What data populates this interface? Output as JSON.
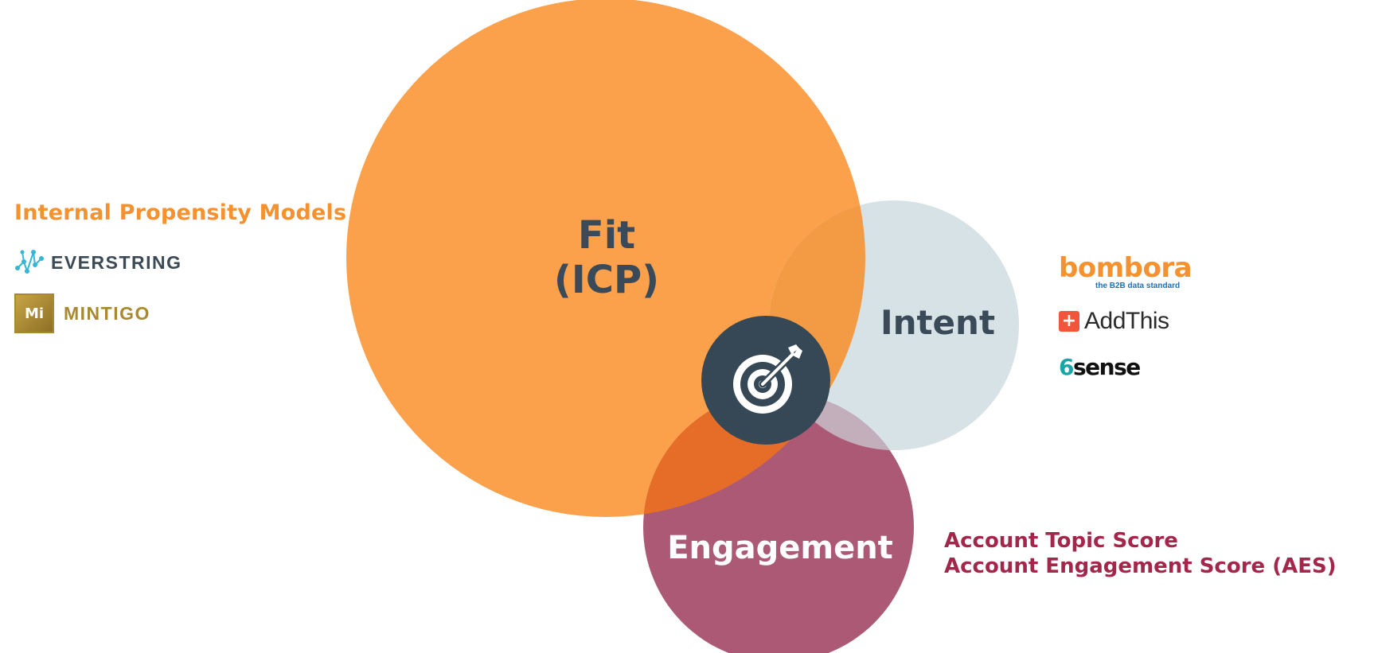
{
  "diagram": {
    "circles": [
      {
        "id": "fit",
        "label_line1": "Fit",
        "label_line2": "(ICP)",
        "color": "#fba04b",
        "label_color": "#3a4a58"
      },
      {
        "id": "intent",
        "label": "Intent",
        "color": "#d7e2e7",
        "label_color": "#3a4a58"
      },
      {
        "id": "engagement",
        "label": "Engagement",
        "color": "#ab5975",
        "label_color": "#ffffff"
      }
    ],
    "center_icon": "target-arrow-icon",
    "center_color": "#364855"
  },
  "fit_sources": {
    "heading": "Internal Propensity Models",
    "heading_color": "#f5922f",
    "logos": [
      {
        "name": "EVERSTRING",
        "icon": "everstring-network-icon"
      },
      {
        "name": "MINTIGO",
        "badge": "Mi"
      }
    ]
  },
  "intent_sources": {
    "logos": [
      {
        "name": "bombora",
        "tagline": "the B2B data standard"
      },
      {
        "name": "AddThis",
        "icon": "plus-icon"
      },
      {
        "name_digit": "6",
        "name_rest": "sense"
      }
    ]
  },
  "engagement_sources": {
    "lines": [
      "Account Topic Score",
      "Account Engagement Score (AES)"
    ],
    "color": "#a4264a"
  }
}
